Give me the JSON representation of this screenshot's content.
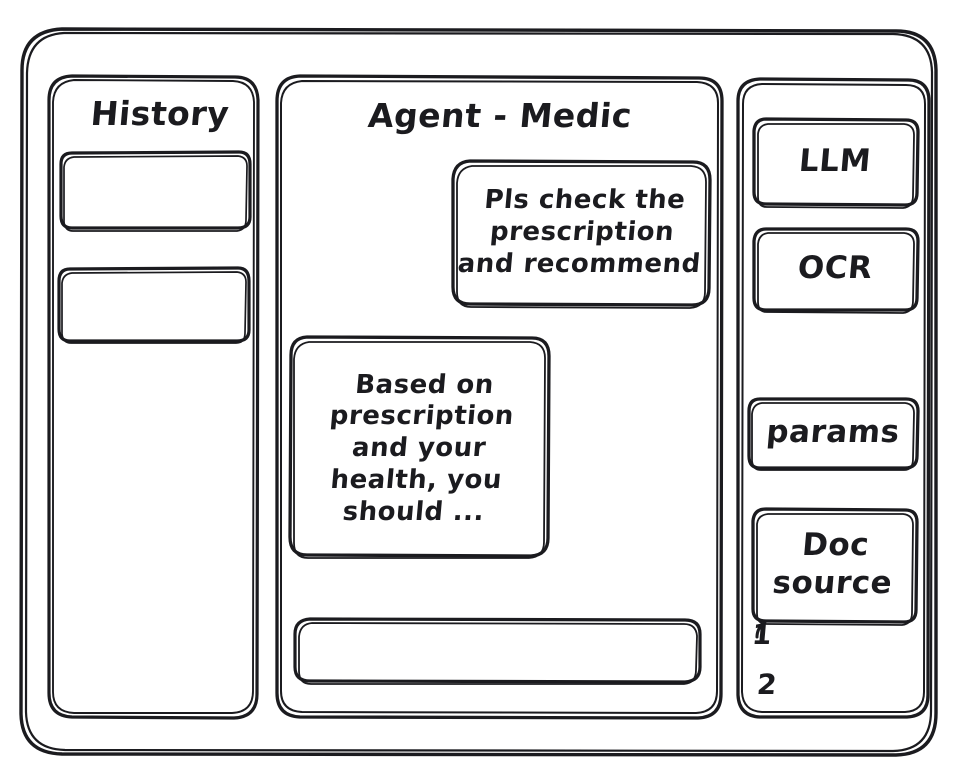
{
  "window": {
    "name": "agent-wireframe-window"
  },
  "history_panel": {
    "title": "History",
    "items": [
      {
        "label": ""
      },
      {
        "label": ""
      }
    ]
  },
  "chat_panel": {
    "title": "Agent - Medic",
    "messages": [
      {
        "role": "user",
        "text": "Pls check the\nprescription\nand recommend"
      },
      {
        "role": "assistant",
        "text": "Based on\nprescription\nand your\nhealth, you\nshould ..."
      }
    ],
    "composer": {
      "value": "",
      "placeholder": ""
    }
  },
  "tools_panel": {
    "cards": [
      {
        "label": "LLM"
      },
      {
        "label": "OCR"
      },
      {
        "label": "params"
      },
      {
        "label": "Doc\nsource"
      }
    ],
    "sources": [
      {
        "label": "1"
      },
      {
        "label": "2"
      }
    ]
  },
  "colors": {
    "ink": "#1b1b1f",
    "background": "#ffffff"
  }
}
